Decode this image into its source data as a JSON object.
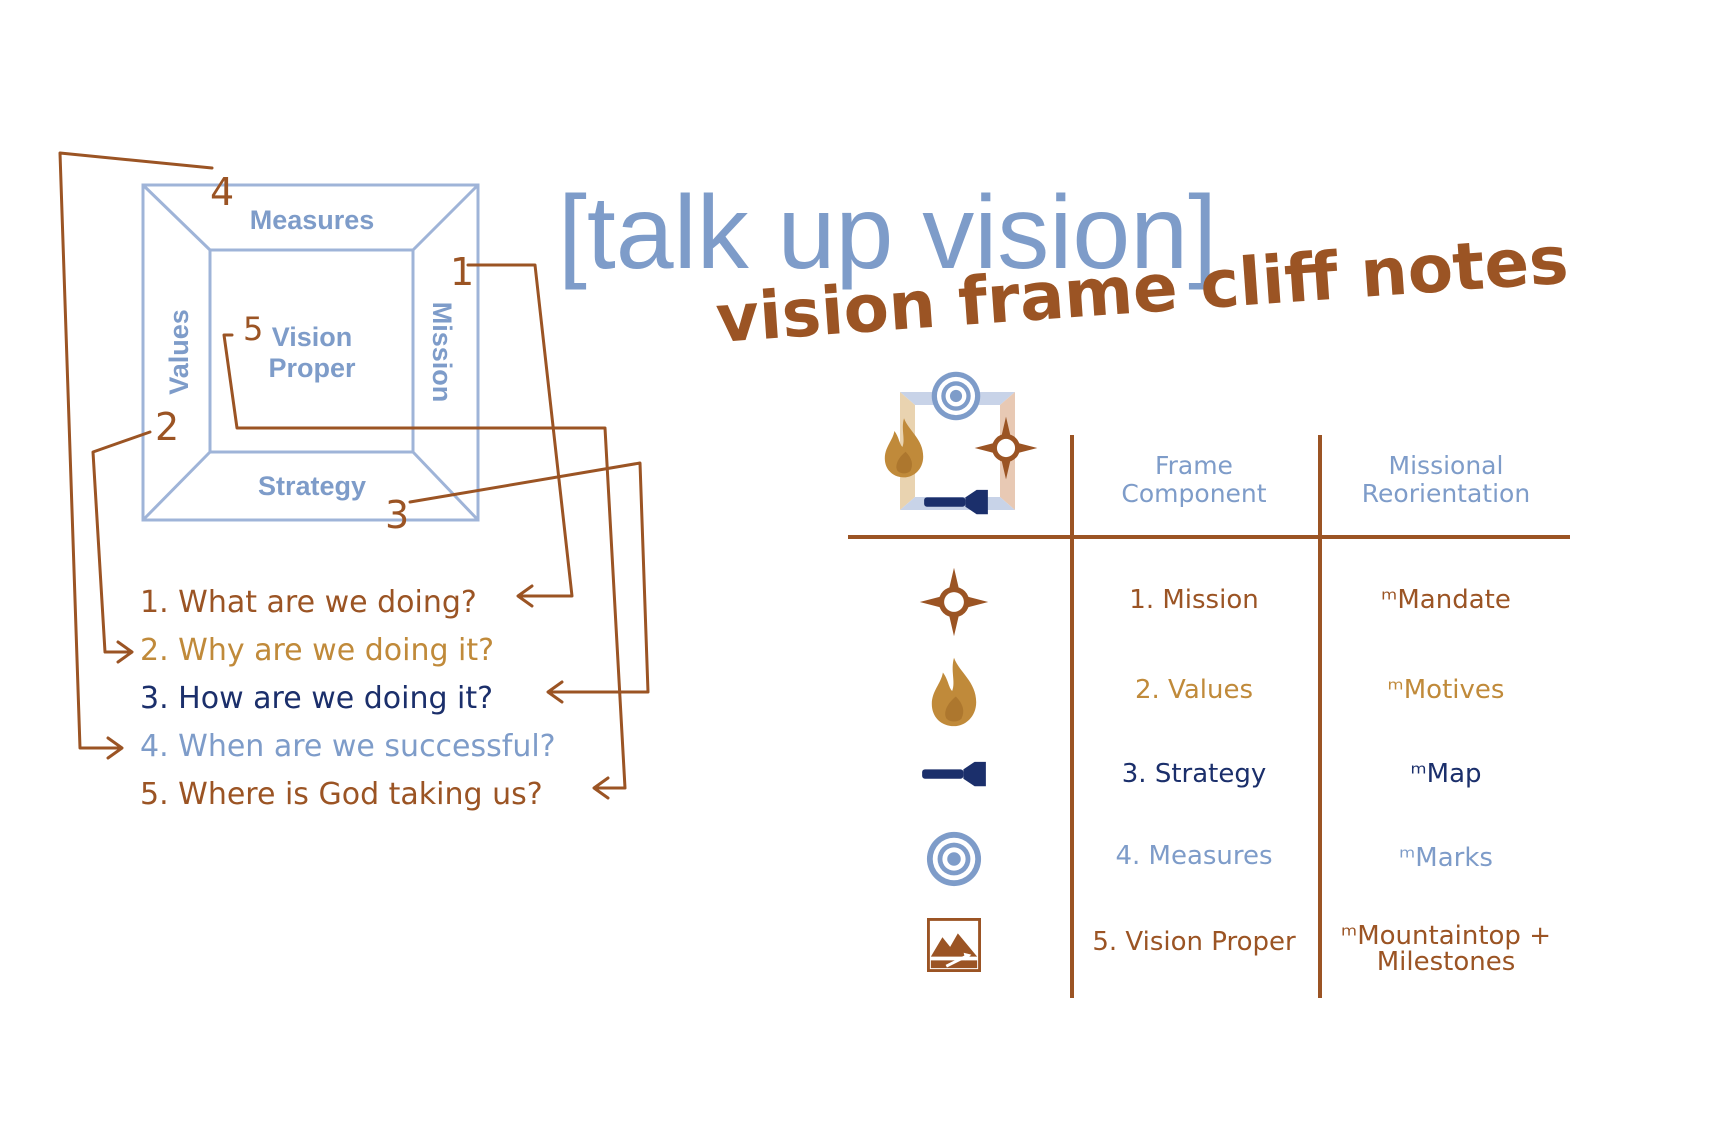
{
  "colors": {
    "brown": "#9b5424",
    "gold": "#c08a3a",
    "navy": "#1b2f6b",
    "blue": "#7e9cc9"
  },
  "title": "[talk up vision]",
  "subtitle": "vision frame cliff notes",
  "frame_diagram": {
    "top_label": "Measures",
    "left_label": "Values",
    "right_label": "Mission",
    "bottom_label": "Strategy",
    "center_line1": "Vision",
    "center_line2": "Proper",
    "num_top": "4",
    "num_left": "2",
    "num_right": "1",
    "num_bottom": "3",
    "num_center": "5"
  },
  "questions": [
    "1. What are we doing?",
    "2. Why are we doing it?",
    "3. How are we doing it?",
    "4. When are we successful?",
    "5. Where is God taking us?"
  ],
  "table": {
    "header_component_line1": "Frame",
    "header_component_line2": "Component",
    "header_reorientation_line1": "Missional",
    "header_reorientation_line2": "Reorientation",
    "rows": [
      {
        "icon": "compass-star-icon",
        "component": "1. Mission",
        "reorientation": "ᵐMandate"
      },
      {
        "icon": "flame-icon",
        "component": "2. Values",
        "reorientation": "ᵐMotives"
      },
      {
        "icon": "flashlight-icon",
        "component": "3. Strategy",
        "reorientation": "ᵐMap"
      },
      {
        "icon": "target-icon",
        "component": "4. Measures",
        "reorientation": "ᵐMarks"
      },
      {
        "icon": "mountain-icon",
        "component": "5. Vision Proper",
        "reorientation_line1": "ᵐMountaintop +",
        "reorientation_line2": "Milestones"
      }
    ]
  }
}
